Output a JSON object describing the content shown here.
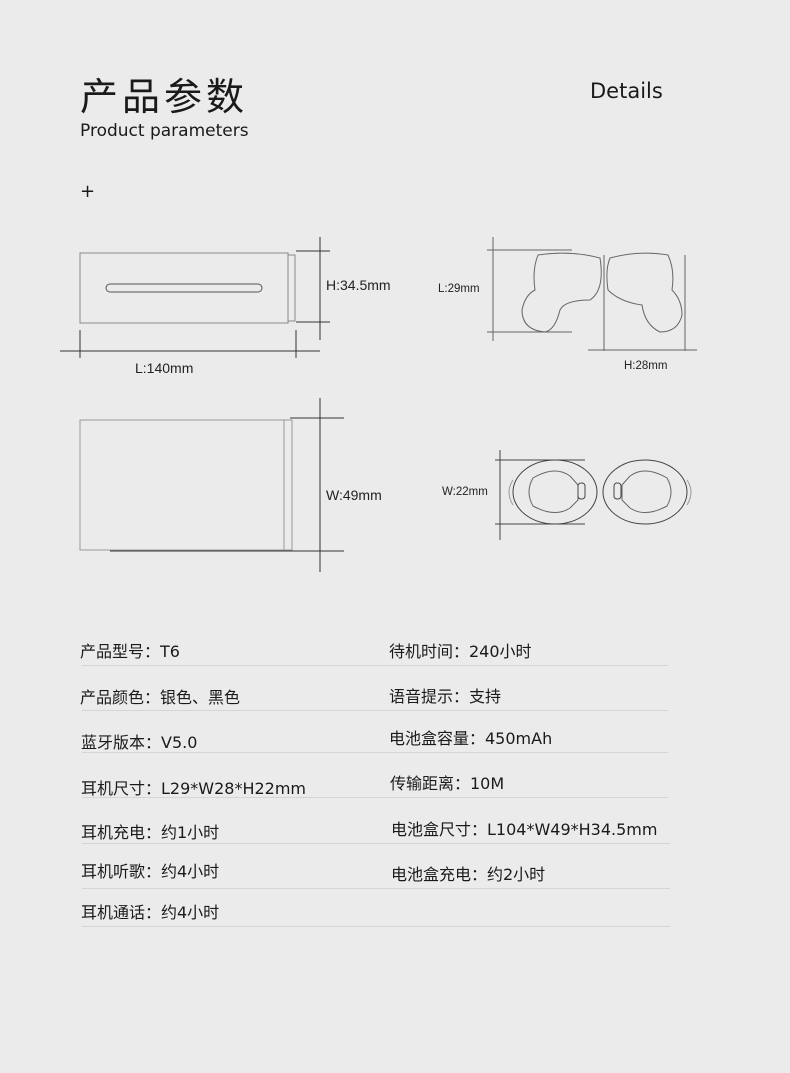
{
  "header": {
    "title_cn": "产品参数",
    "title_en": "Product parameters",
    "details": "Details",
    "plus": "+"
  },
  "dimensions": {
    "case_height": "H:34.5mm",
    "case_length": "L:140mm",
    "case_width": "W:49mm",
    "bud_length": "L:29mm",
    "bud_height": "H:28mm",
    "bud_width": "W:22mm"
  },
  "specs": {
    "left": [
      "产品型号：T6",
      "产品颜色：银色、黑色",
      "蓝牙版本：V5.0",
      "耳机尺寸：L29*W28*H22mm",
      "耳机充电：约1小时",
      "耳机听歌：约4小时",
      "耳机通话：约4小时"
    ],
    "right": [
      "待机时间：240小时",
      "语音提示：支持",
      "电池盒容量：450mAh",
      "传输距离：10M",
      "电池盒尺寸：L104*W49*H34.5mm",
      "电池盒充电：约2小时"
    ]
  }
}
